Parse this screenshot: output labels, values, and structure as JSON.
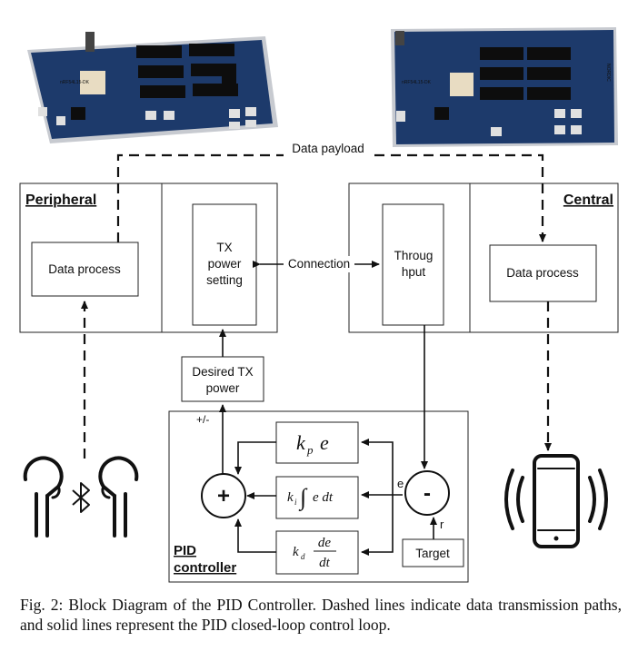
{
  "boards": {
    "left_label": "nRF54L15-DK",
    "right_label": "nRF54L15-DK",
    "brand": "NORDIC"
  },
  "labels": {
    "data_payload": "Data payload",
    "peripheral": "Peripheral",
    "central": "Central",
    "data_process_left": "Data process",
    "data_process_right": "Data process",
    "tx_power": [
      "TX",
      "power",
      "setting"
    ],
    "connection": "Connection",
    "throughput": [
      "Throug",
      "hput"
    ],
    "desired_tx": [
      "Desired TX",
      "power"
    ],
    "plus_minus": "+/-",
    "sum_symbol": "+",
    "diff_symbol": "-",
    "error_signal": "e",
    "ref_signal": "r",
    "target": "Target",
    "pid_controller": [
      "PID",
      "controller"
    ],
    "kp": {
      "k": "k",
      "sub": "p",
      "e": "e"
    },
    "ki": {
      "k": "k",
      "sub": "i",
      "integral": "∫",
      "body": "e dt"
    },
    "kd": {
      "k": "k",
      "sub": "d",
      "num": "de",
      "den": "dt"
    }
  },
  "caption": "Fig. 2: Block Diagram of the PID Controller. Dashed lines indicate data transmission paths, and solid lines represent the PID closed-loop control loop.",
  "colors": {
    "board": "#1d3a6b",
    "board_edge": "#c9ccd1",
    "line": "#111111"
  }
}
